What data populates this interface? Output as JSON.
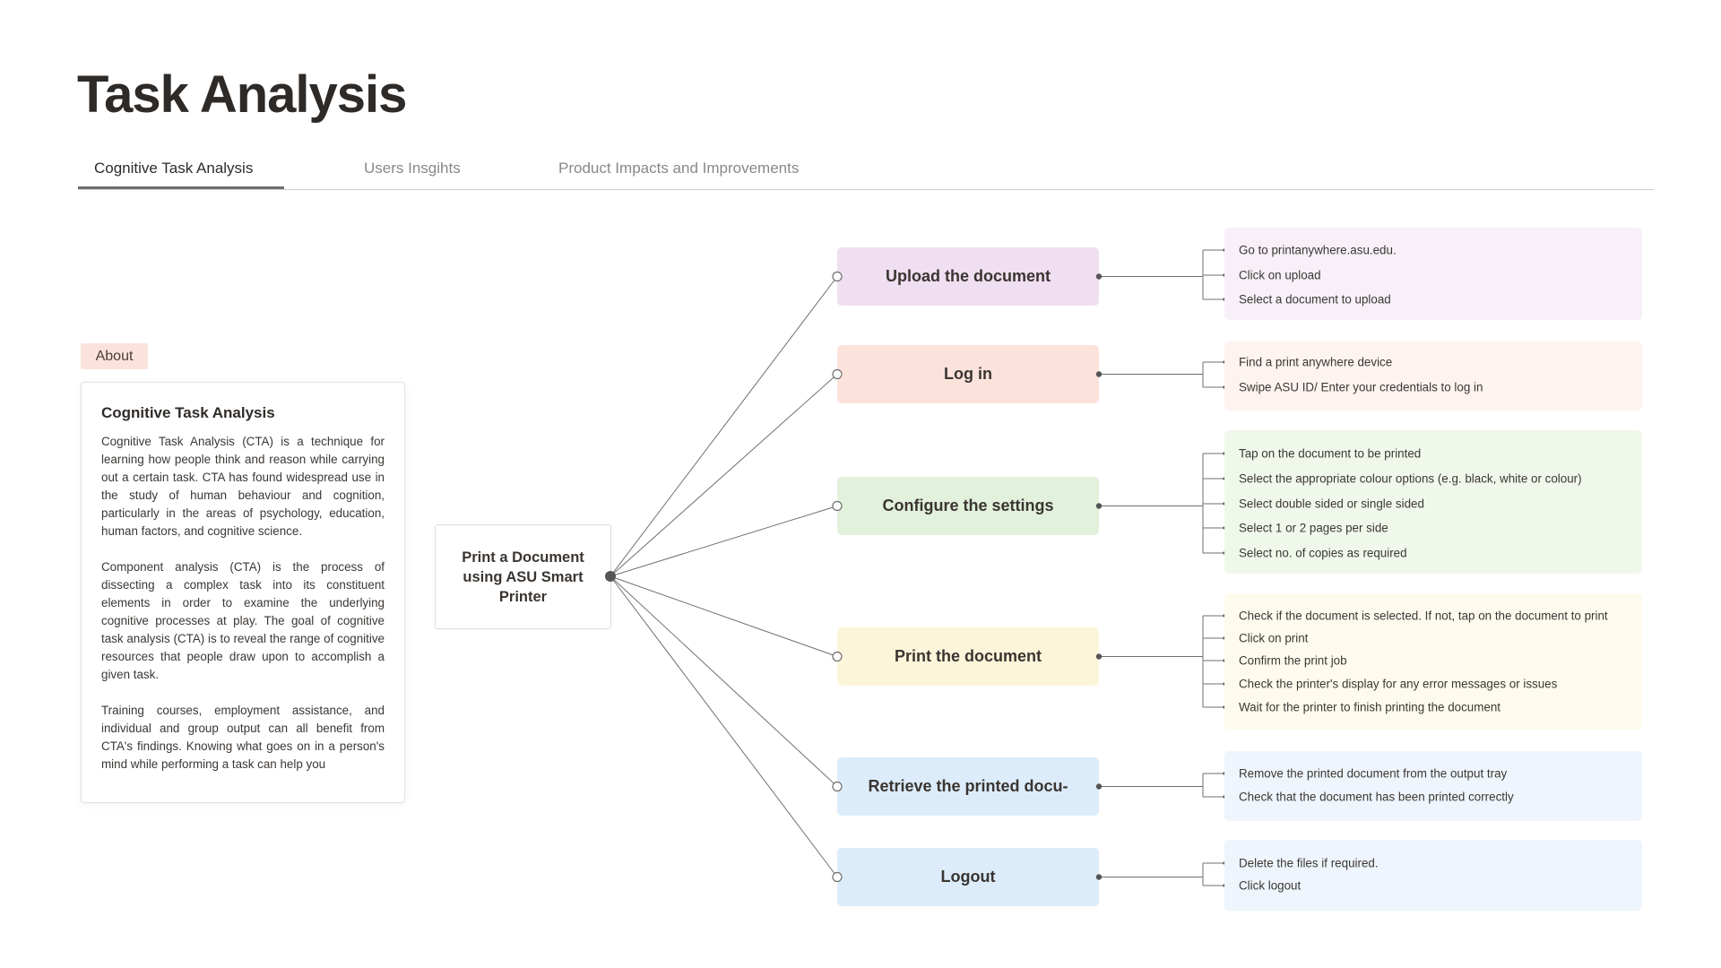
{
  "page": {
    "title": "Task Analysis",
    "tabs": [
      {
        "label": "Cognitive Task Analysis",
        "active": true
      },
      {
        "label": "Users Insgihts",
        "active": false
      },
      {
        "label": "Product Impacts and Improvements",
        "active": false
      }
    ]
  },
  "about": {
    "badge": "About",
    "heading": "Cognitive Task Analysis",
    "paragraphs": [
      "Cognitive Task Analysis (CTA) is a technique for learning how people think and reason while carrying out a certain task. CTA has found widespread use in the study of human behaviour and cognition, particularly in the areas of psychology, education, human factors, and cognitive science.",
      "Component analysis (CTA) is the process of dissecting a complex task into its constituent elements in order to examine the underlying cognitive processes at play. The goal of cognitive task analysis (CTA) is to reveal the range of cognitive resources that people draw upon to accomplish a given task.",
      "Training courses, employment assistance, and individual and group output can all benefit from CTA's findings. Knowing what goes on in a person's mind while performing a task can help you"
    ]
  },
  "diagram": {
    "root": "Print a Document using ASU Smart Printer",
    "steps": [
      {
        "label": "Upload the document",
        "color": "#efdff0",
        "detail_color": "#f7f0f8",
        "items": [
          "Go to printanywhere.asu.edu.",
          "Click on upload",
          "Select a document to upload"
        ]
      },
      {
        "label": "Log in",
        "color": "#fbe3dc",
        "detail_color": "#fdf3f0",
        "items": [
          "Find a print anywhere device",
          "Swipe ASU ID/ Enter your credentials to log in"
        ]
      },
      {
        "label": "Configure the settings",
        "color": "#e2f1dc",
        "detail_color": "#f0f8ec",
        "items": [
          "Tap on the document to be printed",
          "Select the appropriate colour options (e.g. black, white or colour)",
          "Select double sided or single sided",
          "Select 1 or 2 pages per side",
          "Select no. of copies as required"
        ]
      },
      {
        "label": "Print the document",
        "color": "#fdf5da",
        "detail_color": "#fefbee",
        "items": [
          "Check if the document is selected. If not, tap on the document to print",
          "Click on print",
          "Confirm the print job",
          "Check the printer's display for any error messages or issues",
          "Wait for the printer to finish printing the document"
        ]
      },
      {
        "label": "Retrieve the printed docu-",
        "color": "#dcecfa",
        "detail_color": "#eef5fc",
        "items": [
          "Remove the printed document from the output tray",
          "Check that the document has been printed correctly"
        ]
      },
      {
        "label": "Logout",
        "color": "#dcecfa",
        "detail_color": "#eef5fc",
        "items": [
          "Delete the files if required.",
          "Click logout"
        ]
      }
    ]
  }
}
